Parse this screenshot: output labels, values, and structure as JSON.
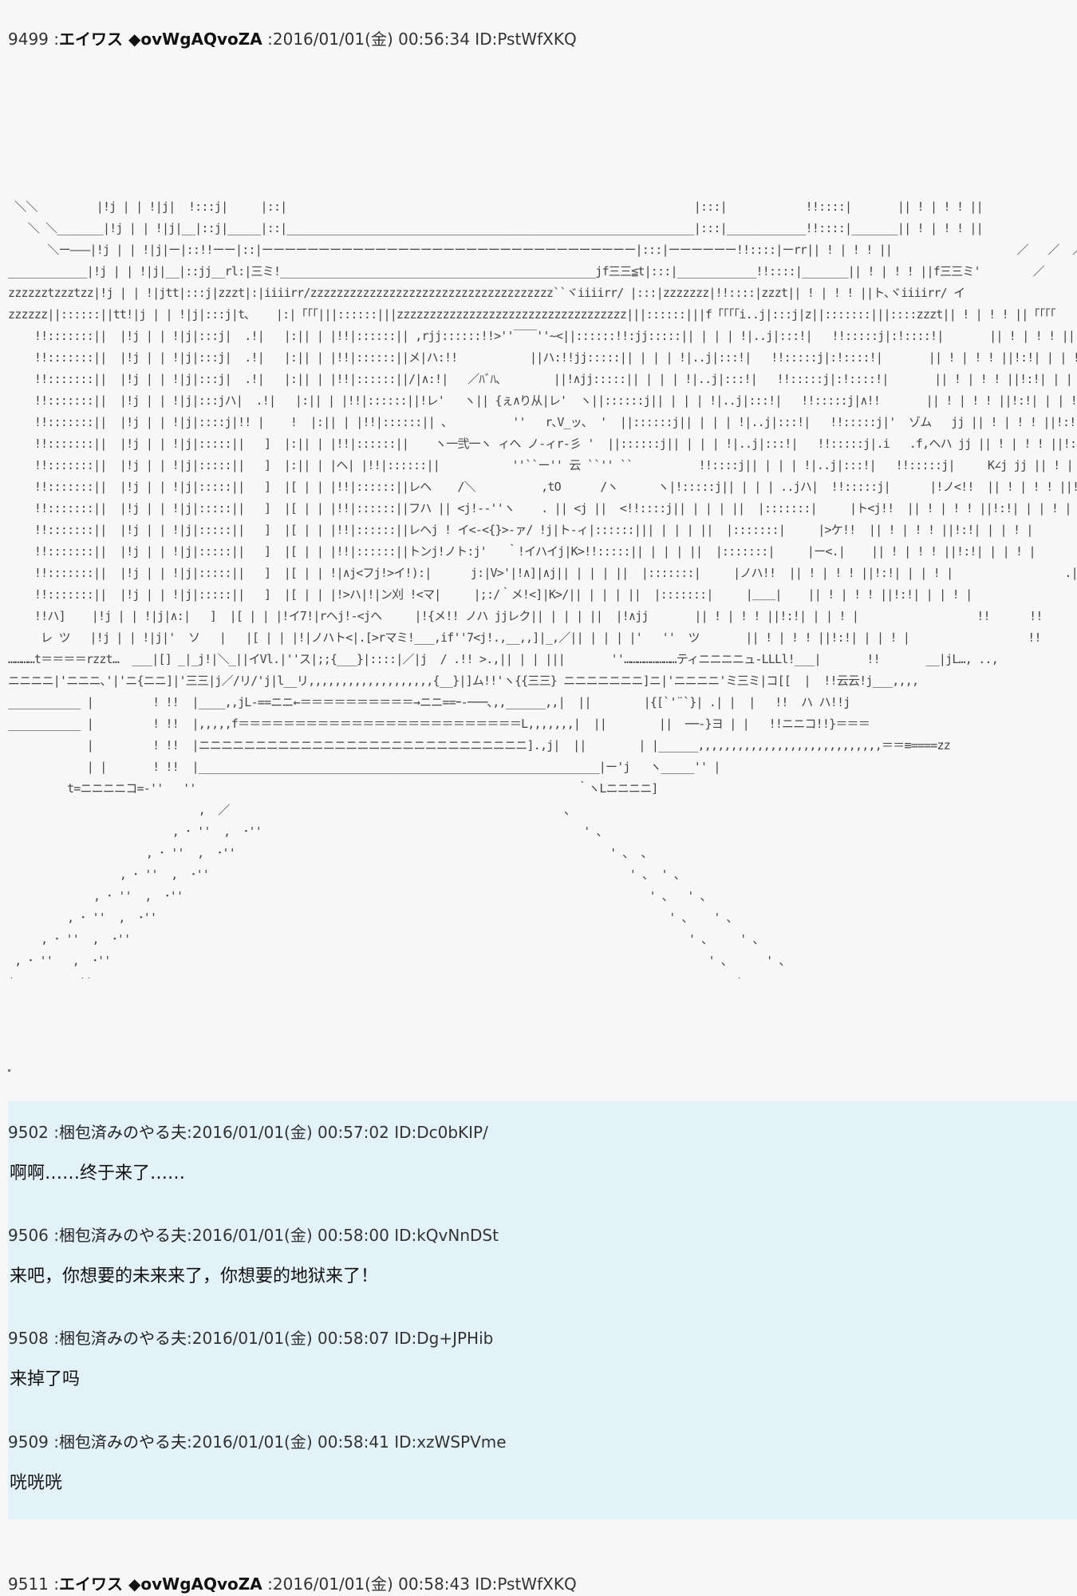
{
  "posts": [
    {
      "number": "9499",
      "name": "エイワス ◆ovWgAQvoZA",
      "datetime": "2016/01/01(金) 00:56:34",
      "id": "ID:PstWfXKQ"
    },
    {
      "number": "9502",
      "name": "梱包済みのやる夫",
      "datetime": "2016/01/01(金) 00:57:02",
      "id": "ID:Dc0bKIP/",
      "body": "啊啊……终于来了……"
    },
    {
      "number": "9506",
      "name": "梱包済みのやる夫",
      "datetime": "2016/01/01(金) 00:58:00",
      "id": "ID:kQvNnDSt",
      "body": "来吧，你想要的未来来了，你想要的地狱来了！"
    },
    {
      "number": "9508",
      "name": "梱包済みのやる夫",
      "datetime": "2016/01/01(金) 00:58:07",
      "id": "ID:Dg+JPHib",
      "body": "来掉了吗"
    },
    {
      "number": "9509",
      "name": "梱包済みのやる夫",
      "datetime": "2016/01/01(金) 00:58:41",
      "id": "ID:xzWSPVme",
      "body": "咣咣咣"
    },
    {
      "number": "9511",
      "name": "エイワス ◆ovWgAQvoZA",
      "datetime": "2016/01/01(金) 00:58:43",
      "id": "ID:PstWfXKQ"
    }
  ],
  "ascii_art": " ＼＼         |!j | | !|j|  !:::j|     |::|                                                              |:::|            !!::::|       || ! | ! ! ||                         ／   ／\n   ＼ ＼_______|!j | | !|j|__|::j|_____|::|______________________________________________________________|:::|____________!!::::|_______|| ! | ! ! ||                      ／   ／  ／\n      ＼ー―――|!j | | !|j|ー|::!!ーー|::|ーーーーーーーーーーーーーーーーーーーーーーーーーーーーーーーーー|:::|ーーーーーー!!::::|ーrr|| ! | ! ! ||                   ／   ／  ／\n____________|!j | | !|j|__|::jj__rl:|三ミ!________________________________________________jf三三≦t|:::|____________!!::::|_______|| ! | ! ! ||f三三ミ'        ／\nzzzzzztzzztzz|!j | | !|jtt|:::j|zzzt|:|iiiirr/zzzzzzzzzzzzzzzzzzzzzzzzzzzzzzzzzzzzz``ヾiiiirr/ |:::|zzzzzzz|!!::::|zzzt|| ! | ! ! ||ト､ヾiiiirr/ イ\nzzzzzz||::::::||tt!|j | | !|j|:::j|t､    |:|「「「|||::::::|||zzzzzzzzzzzzzzzzzzzzzzzzzzzzzzzzzzz|||::::::|||f「「「「i..j|:::j|z||:::::::|||::::zzzt|| ! | ! ! ||「「「「                .イ￣ヽ\n    !!:::::::||  |!j | | !|j|:::j|  .!|   |:|| | |!!|::::::|| ,rjj::::::!!>''￣￣''~<||::::::!!:jj:::::|| | | | !|..j|:::!|   !!:::::j|:!::::!|       || ! | ! ! ||!:!| | | ! |                      /  ,.=-.  ム\n    !!:::::::||  |!j | | !|j|:::j|  .!|   |:|| | |!!|::::::||メ|ハ:!!           ||ハ:!!jj:::::|| | | | !|..j|:::!|   !!:::::j|:!::::!|       || ! | ! ! ||!:!| | | ! |                     .//   /  ∧     ,\n    !!:::::::||  |!j | | !|j|:::j|  .!|   |:|| | |!!|::::::||/|∧:!|   ／ﾊﾞﾊ､        ||!∧jj:::::|| | | | !|..j|:::!|   !!:::::j|:!::::!|       || ! | ! ! ||!:!| | | ! |                    || ||  .//  ｀,\n    !!:::::::||  |!j | | !|j|:::jハ|  .!|   |:|| | |!!|::::::||!レ'   ヽ|| {ぇ∧り从|レ'  ヽ||::::::j|| | | | !|..j|:::!|   !!:::::j|∧!!       || ! | ! ! ||!:!| | | ! |                   ||  ||  //    ;  |\n    !!:::::::||  |!j | | !|j|::::j|!! |    !  |:|| | |!!|::::::|| ､          ''   r､V_ッ､  '  ||::::::j|| | | | !|..j|:::!|   !!:::::j|'  ゾム   jj || ! | ! ! ||!:!| | | ! |                   /  !  j|  |!       |j ||\n    !!:::::::||  |!j | | !|j|:::::||   ]  |:|| | |!!|::::::||    ヽ一弐一ヽ ィヘ ノ-ィr-彡 '  ||::::::j|| | | | !|..j|:::!|   !!:::::j|.i   .f,ヘハ jj || ! | ! ! ||!:!| | | ! |                 .i i !   !{{      |j|!\n    !!:::::::||  |!j | | !|j|:::::||   ]  |:|| | |ヘ| |!!|::::::||           ''``ー'' 云 ``'' ``          !!::::j|| | | | !|..j|:::!|   !!:::::j|     K∠j jj || ! | ! ! ||!:!| | | ! |                  .|j     !!            |j|!\n    !!:::::::||  |!j | | !|j|:::::||   ]  |[ | | |!!|::::::||レヘ    /＼          ,tO      /ヽ      ヽ|!:::::j|| | | | ..jハ|  !!:::::j|      |!ノ<!!  || ! | ! ! ||!:!| | | ! |                 .|j      !!           |j|!\n    !!:::::::||  |!j | | !|j|:::::||   ]  |[ | | |!!|::::::||フハ || <j!--''ヽ    . || <j ||  <!!::::j|| | | | ||  |:::::::|     |ト<j!!  || ! | ! ! ||!:!| | | ! |                 .|j      !!           |j|!\n    !!:::::::||  |!j | | !|j|:::::||   ]  |[ | | |!!|::::::||レヘj ! イ<-<{}>-ァ/ !j|ト-ィ|::::::||| | | | ||  |:::::::|     |>ケ!!  || ! | ! ! ||!:!| | | ! |                 .|j      !!           |j|!\n    !!:::::::||  |!j | | !|j|:::::||   ]  |[ | | |!!|::::::||トンj!ノト:j'   ｀!イハイj|K>!!:::::|| | | | ||  |:::::::|     |ー<.|    || ! | ! ! ||!:!| | | ! |                 .|j      !!           |j|!\n    !!:::::::||  |!j | | !|j|:::::||   ]  |[ | | !|∧j<フj!>イ!):|      j:|V>'|!∧]|∧j|| | | | ||  |:::::::|     |ノハ!!  || ! | ! ! ||!:!| | | ! |                 .|j      !!           |j|!\n    !!:::::::||  |!j | | !|j|:::::||   ]  |[ | | |!>ハ|!|ン刈 !<マ|     |;:/｀メ!<]|K>/|| | | | ||  |:::::::|     |＿＿|    || ! | ! ! ||!:!| | | ! |                 .|j      !!           |j|!\n    !!ハ]    |!j | | !|j|∧:|   ]  |[ | | |!イ7!|rヘj!-<jヘ     |!{メ!! ノハ jjレク|| | | | ||  |!∧jj       || ! | ! ! ||!:!| | | ! |                  !!      !!           |j|!\n     レ ツ   |!j | | !|j|'  ソ   |   |[ | | |!|ノハト<|.[>rマミ!___,if''7<j!.,__,,]|_,／|| | | | |'   ''  ツ       || ! | ! ! ||!:!| | | ! |                  !!      !!       ___|j|!\n…………t＝＝＝＝rzzt…  ___|[] _|_j!|＼_||イVl.|''ス|;;{___}|::::|／|j  / .!! >.,|| | | |||       ''……………………ティニニニニュ-LLLl!___|       !!       __|jL…, ..,\nニニニニ|'ニニニ､'|'ニ{ニニ]|'三三|j／/リ/'j|l__リ,,,,,,,,,,,,,,,,,,,{__}|]ム!!'ヽ{{三三} ニニニニニニニ]ニ|'ニニニニ'ミ三ミ|コ[[  |  !!云云!j___,,,,\n___________ |         ! !!  |____,,jL-==ニニ←＝＝＝＝＝＝＝＝＝＝→ニニ==ｰ-───､,,______,,|  ||        |{[`'¨`}| .| |  |   !!  ハ ハ!!j\n___________ |         ! !!  |,,,,,f＝＝＝＝＝＝＝＝＝＝＝＝＝＝＝＝＝＝＝＝＝＝＝＝＝L,,,,,,,|  ||        ||  ──-}ヨ | |   !!ニニコ!!}＝＝＝\n            |         ! !!  |ニニニニニニニニニニニニニニニニニニニニニニニニニニニニニ].,j|  ||        | |______,,,,,,,,,,,,,,,,,,,,,,,,,,,,＝＝≡====zz\n            | |       ! !!  |_____________________________________________________________|ー'j   ヽ_____'' |\n         t=ニニニニコ=-''   ''                                                          ｀ヽLニニニニ]\n                             ,  ／                                                   ､\n                         , ･ ''  ,  ･''                                                 ' ､\n                     , ･ ''  ,  ･''                                                         ' ､  ､\n                 , ･ ''  ,  ･''                                                                ' ､  ' ､\n             , ･ ''  ,  ･''                                                                       ' ､   ' ､\n         , ･ ''  ,  ･''                                                                              ' ､    ' ､\n     , ･ ''  ,  ･''                                                                                     ' ､     ' ､\n , ･ ''   ,  ･''                                                                                           ' ､      ' ､\n'      ,  ･''                                                                                                  ' ､"
}
